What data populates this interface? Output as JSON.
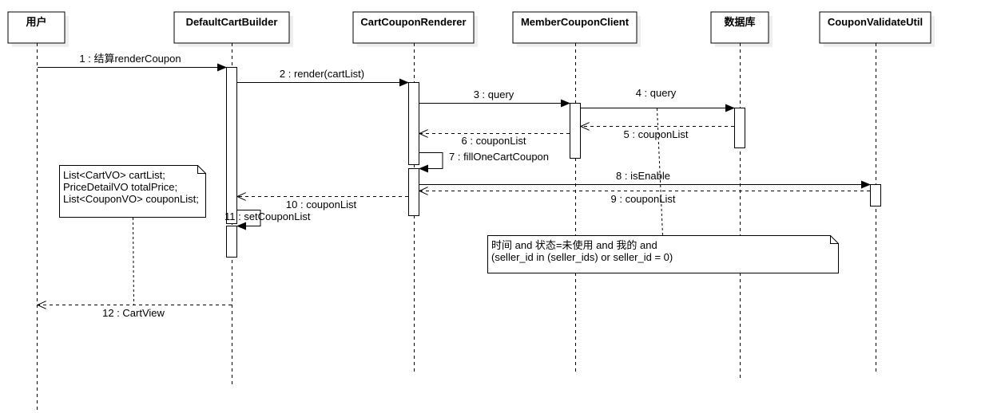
{
  "lifelines": [
    {
      "id": "user",
      "name": "用户"
    },
    {
      "id": "builder",
      "name": "DefaultCartBuilder"
    },
    {
      "id": "renderer",
      "name": "CartCouponRenderer"
    },
    {
      "id": "client",
      "name": "MemberCouponClient"
    },
    {
      "id": "db",
      "name": "数据库"
    },
    {
      "id": "util",
      "name": "CouponValidateUtil"
    }
  ],
  "messages": [
    {
      "n": 1,
      "label": "1 : 结算renderCoupon",
      "from": "user",
      "to": "builder",
      "kind": "call"
    },
    {
      "n": 2,
      "label": "2 : render(cartList)",
      "from": "builder",
      "to": "renderer",
      "kind": "call"
    },
    {
      "n": 3,
      "label": "3 : query",
      "from": "renderer",
      "to": "client",
      "kind": "call"
    },
    {
      "n": 4,
      "label": "4 : query",
      "from": "client",
      "to": "db",
      "kind": "call"
    },
    {
      "n": 5,
      "label": "5 : couponList",
      "from": "db",
      "to": "client",
      "kind": "return"
    },
    {
      "n": 6,
      "label": "6 : couponList",
      "from": "client",
      "to": "renderer",
      "kind": "return"
    },
    {
      "n": 7,
      "label": "7 : fillOneCartCoupon",
      "from": "renderer",
      "to": "renderer",
      "kind": "self"
    },
    {
      "n": 8,
      "label": "8 : isEnable",
      "from": "renderer",
      "to": "util",
      "kind": "call"
    },
    {
      "n": 9,
      "label": "9 : couponList",
      "from": "util",
      "to": "renderer",
      "kind": "return"
    },
    {
      "n": 10,
      "label": "10 : couponList",
      "from": "renderer",
      "to": "builder",
      "kind": "return"
    },
    {
      "n": 11,
      "label": "11 : setCouponList",
      "from": "builder",
      "to": "builder",
      "kind": "self"
    },
    {
      "n": 12,
      "label": "12 : CartView",
      "from": "builder",
      "to": "user",
      "kind": "return"
    }
  ],
  "notes": [
    {
      "id": "cart-fields-note",
      "lines": [
        "List<CartVO> cartList;",
        "PriceDetailVO totalPrice;",
        "List<CouponVO> couponList;"
      ]
    },
    {
      "id": "query-condition-note",
      "lines": [
        "时间 and 状态=未使用 and 我的 and",
        "(seller_id in (seller_ids) or seller_id = 0)"
      ]
    }
  ],
  "colors": {
    "line": "#000000",
    "box_fill": "#ffffff",
    "shadow": "#eeeeee"
  }
}
